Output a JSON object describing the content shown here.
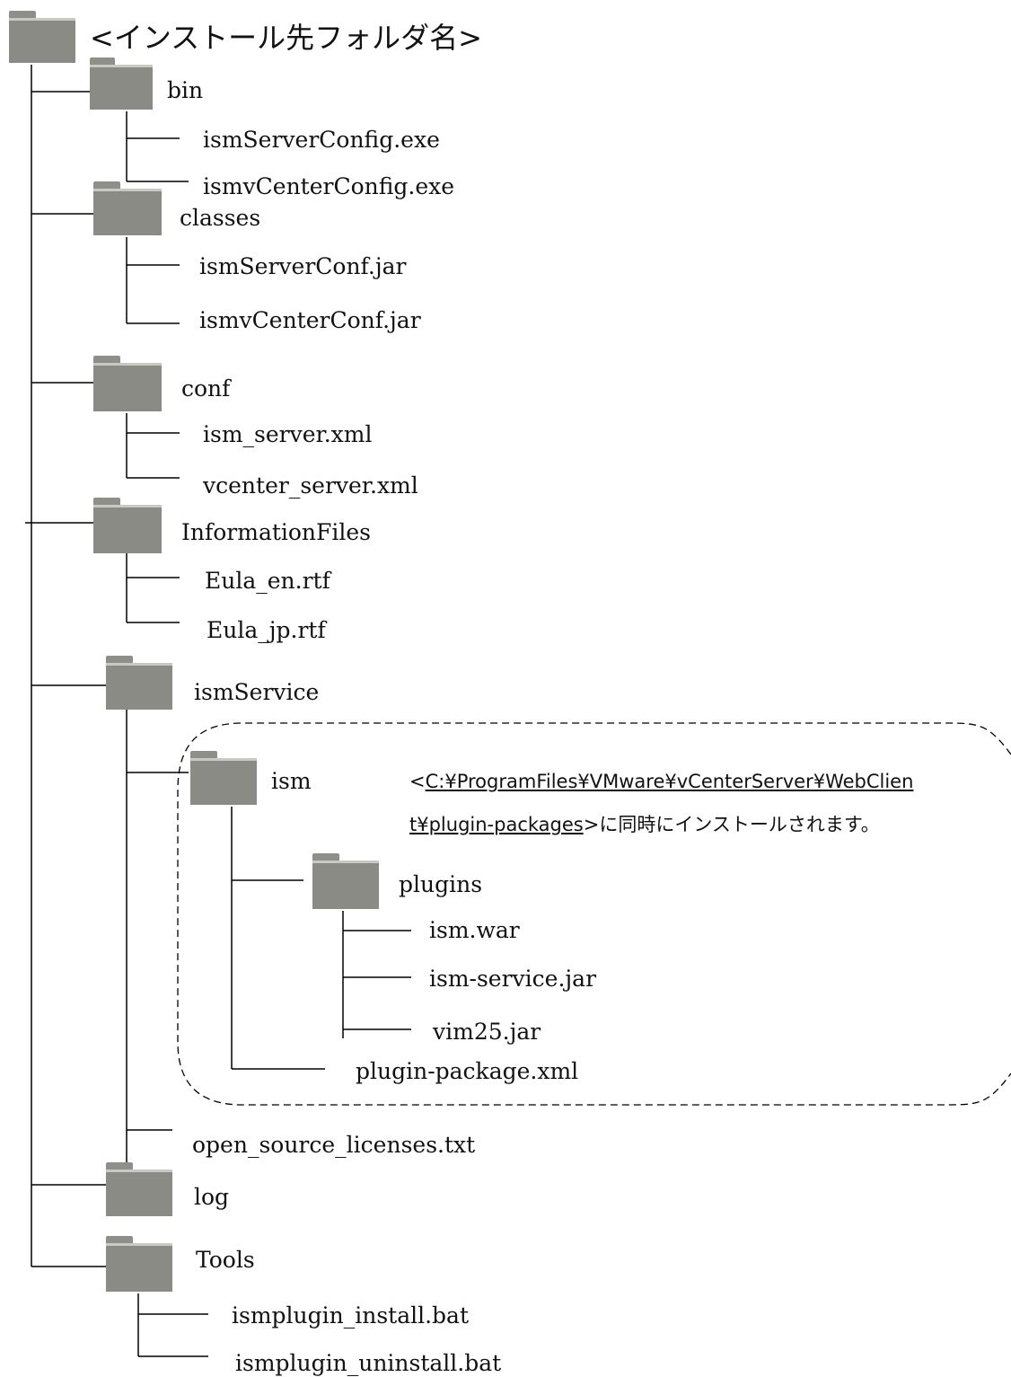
{
  "colors": {
    "folder": "#8b8b85",
    "line": "#000000",
    "text": "#111111"
  },
  "root": {
    "label": "<インストール先フォルダ名>",
    "icon": "folder-icon"
  },
  "folders": [
    {
      "label": "bin",
      "files": [
        "ismServerConfig.exe",
        "ismvCenterConfig.exe"
      ]
    },
    {
      "label": "classes",
      "files": [
        "ismServerConf.jar",
        "ismvCenterConf.jar"
      ]
    },
    {
      "label": "conf",
      "files": [
        "ism_server.xml",
        "vcenter_server.xml"
      ]
    },
    {
      "label": "InformationFiles",
      "files": [
        "Eula_en.rtf",
        "Eula_jp.rtf"
      ]
    },
    {
      "label": "ismService",
      "subfolder": {
        "label": "ism",
        "note": {
          "path_line1": "C:¥ProgramFiles¥VMware¥vCenterServer¥WebClien",
          "path_line2": "t¥plugin-packages",
          "open": "<",
          "close": ">",
          "suffix": "に同時にインストールされます。"
        },
        "plugins": {
          "label": "plugins",
          "files": [
            "ism.war",
            "ism-service.jar",
            "vim25.jar"
          ]
        },
        "files": [
          "plugin-package.xml"
        ]
      },
      "files": [
        "open_source_licenses.txt"
      ]
    },
    {
      "label": "log",
      "files": []
    },
    {
      "label": "Tools",
      "files": [
        "ismplugin_install.bat",
        "ismplugin_uninstall.bat"
      ]
    }
  ]
}
